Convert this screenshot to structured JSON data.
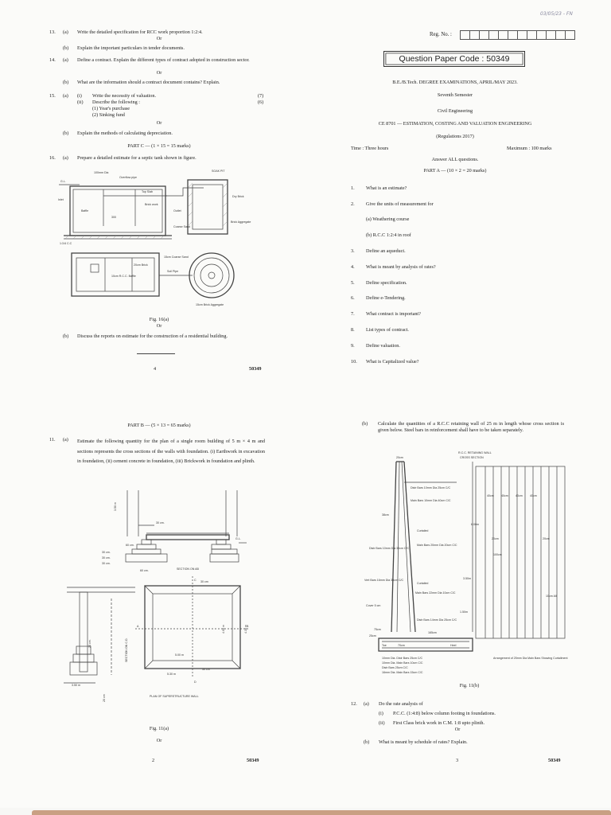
{
  "handwritten_note": "03/05/23 - FN",
  "page4": {
    "q13": {
      "num": "13.",
      "a_label": "(a)",
      "a_text": "Write the detailed specification for RCC work proportion 1:2:4.",
      "or": "Or",
      "b_label": "(b)",
      "b_text": "Explain the important particulars in tender documents."
    },
    "q14": {
      "num": "14.",
      "a_label": "(a)",
      "a_text": "Define a contract. Explain the different types of contract adopted in construction sector.",
      "or": "Or",
      "b_label": "(b)",
      "b_text": "What are the information should a contract document contains? Explain."
    },
    "q15": {
      "num": "15.",
      "a_label": "(a)",
      "a_i": "(i)",
      "a_i_text": "Write the necessity of valuation.",
      "a_i_marks": "(7)",
      "a_ii": "(ii)",
      "a_ii_text": "Describe the following :",
      "a_ii_marks": "(6)",
      "a_ii_1": "(1)   Year's purchase",
      "a_ii_2": "(2)   Sinking fund",
      "or": "Or",
      "b_label": "(b)",
      "b_text": "Explain the methods of calculating depreciation."
    },
    "partc": "PART C — (1 × 15 = 15 marks)",
    "q16": {
      "num": "16.",
      "a_label": "(a)",
      "a_text": "Prepare a detailed estimate for a septic tank shown in figure.",
      "fig": "Fig. 16(a)",
      "or": "Or",
      "b_label": "(b)",
      "b_text": "Discuss the reports on estimate for the construction of a residential building."
    },
    "page_no": "4",
    "code": "50349"
  },
  "page1": {
    "reg_label": "Reg. No. :",
    "qpc": "Question Paper Code : 50349",
    "degree": "B.E./B.Tech. DEGREE EXAMINATIONS, APRIL/MAY 2023.",
    "semester": "Seventh Semester",
    "dept": "Civil Engineering",
    "course": "CE 8701 — ESTIMATION, COSTING AND VALUATION ENGINEERING",
    "regulations": "(Regulations 2017)",
    "time": "Time : Three hours",
    "max": "Maximum : 100 marks",
    "answer_all": "Answer ALL questions.",
    "parta": "PART A — (10 × 2 = 20 marks)",
    "questions": [
      {
        "n": "1.",
        "t": "What is an estimate?"
      },
      {
        "n": "2.",
        "t": "Give the units of measurement for"
      },
      {
        "n": "",
        "t": "(a)    Weathering course"
      },
      {
        "n": "",
        "t": "(b)    R.C.C 1:2:4 in roof"
      },
      {
        "n": "3.",
        "t": "Define an aqueduct."
      },
      {
        "n": "4.",
        "t": "What is meant by analysis of rates?"
      },
      {
        "n": "5.",
        "t": "Define specification."
      },
      {
        "n": "6.",
        "t": "Define e-Tendering."
      },
      {
        "n": "7.",
        "t": "What contract is important?"
      },
      {
        "n": "8.",
        "t": "List types of contract."
      },
      {
        "n": "9.",
        "t": "Define valuation."
      },
      {
        "n": "10.",
        "t": "What is Capitalized value?"
      }
    ]
  },
  "page2": {
    "partb": "PART B — (5 × 13 = 65 marks)",
    "q11_num": "11.",
    "q11_a": "(a)",
    "q11_text": "Estimate the following quantity for the plan of a single room building of 5 m × 4 m and sections represents the cross sections of the walls with foundation. (i) Earthwork in excavation in foundation, (ii) cement concrete in foundation, (iii) Brickwork in foundation and plinth.",
    "fig": "Fig. 11(a)",
    "or": "Or",
    "page_no": "2",
    "code": "50349",
    "drawing": {
      "d30a": "30 cm.",
      "d30b": "30 cm.",
      "d30c": "30 cm.",
      "d30d": "30 cm.",
      "d60": "60 cm.",
      "d60b": "60 cm.",
      "d350": "3.50 m",
      "d350b": "3.50 m",
      "d30e": "30 cm",
      "d30f": "30 cm",
      "d500": "5.00 m",
      "d530": "5.30 m",
      "d400": "4.00 m",
      "d430": "4.30 m",
      "gl": "G.L.",
      "section_ab": "SECTION ON AB",
      "section_cd": "SECTION ON C.D.",
      "plan_title": "PLAN OF SUPERSTRUCTURE WALL",
      "a": "A",
      "b": "B",
      "c": "C",
      "d": "D",
      "d20": "20 cm.",
      "d20b": "20 cm"
    }
  },
  "page3": {
    "b_label": "(b)",
    "b_text": "Calculate the quantities of a R.C.C retaining wall of 25 m in length whose cross section is given below. Steel bars in reinforcement shall have to be taken separately.",
    "drawing": {
      "title": "R.C.C. RETAINING WALL",
      "subtitle": "CROSS SECTION",
      "top": "20cm",
      "dist1": "Distr Bars 10mm Dia 25cm C/C",
      "main1": "Main Bars 10mm Dia 40cm C/C",
      "d6": "6.00m",
      "d38": "38cm",
      "curtailed": "Curtailed",
      "main2": "Main Bars 20mm Dia 20cm C/C",
      "distbars": "Distr Bars 10mm Dia 30cm C/C",
      "vert": "Vert Bars 16mm Dia 30cm C/C",
      "curtailed2": "Curtailed",
      "main3": "Main Bars 22mm Dia 10cm C/C",
      "d350": "3.50m",
      "cover": "Cover 5 cm",
      "d150": "1.50m",
      "dist2": "Distr Bars 14mm Dia 25cm C/C",
      "d75": "75cm",
      "d25": "25cm",
      "d165": "165cm",
      "toe": "Toe",
      "heel": "Heel",
      "d70": "70cm",
      "b1": "10mm Dia. Distr Bars 25cm C/C",
      "b2": "10mm Dia. Main Bars 10cm C/C",
      "b3": "Distr Bars 25cm C/C",
      "b4": "16mm Dia. Main Bars 15cm C/C",
      "arr": "Arrangement of 25mm Dia Main Bars Showing Curtailment",
      "d40a": "40cm",
      "d40b": "40cm",
      "d40c": "40cm",
      "d40d": "40cm",
      "d10all": "10cm All",
      "d20a": "20cm",
      "d20b": "20cm",
      "d100": "100cm"
    },
    "fig": "Fig. 11(b)",
    "q12_num": "12.",
    "q12_a": "(a)",
    "q12_text": "Do the rate analysis of",
    "q12_i": "(i)",
    "q12_i_text": "P.C.C. (1:4:8) below column footing in foundations.",
    "q12_ii": "(ii)",
    "q12_ii_text": "First Class brick work in C.M. 1:8 upto plinth.",
    "or": "Or",
    "q12_b": "(b)",
    "q12_b_text": "What is meant by schedule of rates? Explain.",
    "page_no": "3",
    "code": "50349"
  },
  "septic": {
    "l1": "G.L.",
    "l2": "100mm Dia",
    "l3": "Overflow pipe",
    "l4": "SOAK PIT",
    "l5": "Top Slab",
    "l6": "Brick work",
    "l7": "Baffle",
    "l8": "300",
    "l9": "Dry Brick",
    "l10": "1:3:6 C.C",
    "l11": "Coarse Sand",
    "l12": "Brick Aggregate",
    "l13": "10cm R.C.C. Baffle",
    "l14": "20cm Brick",
    "l15": "15cm Coarse Sand",
    "l16": "15cm Brick Aggregate",
    "l17": "Soil Pipe",
    "l18": "Inlet",
    "l19": "Outlet"
  }
}
